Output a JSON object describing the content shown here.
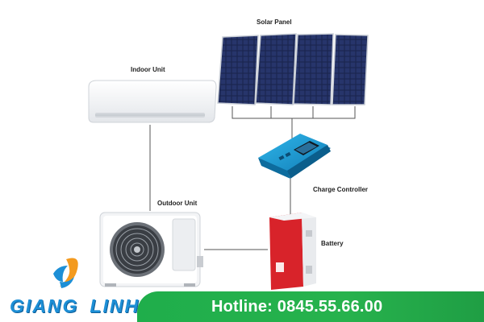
{
  "labels": {
    "solar_panel": "Solar Panel",
    "indoor_unit": "Indoor Unit",
    "outdoor_unit": "Outdoor Unit",
    "charge_controller": "Charge Controller",
    "battery": "Battery"
  },
  "footer": {
    "brand_word1": "GIANG",
    "brand_word2": "LINH",
    "hotline": "Hotline: 0845.55.66.00"
  },
  "colors": {
    "footer_green": "#27b24d",
    "brand_blue": "#1d8fd6",
    "logo_orange": "#f39a1e",
    "panel_blue": "#1c2a52",
    "controller_blue": "#1a9bd7",
    "battery_red": "#d8232a"
  }
}
